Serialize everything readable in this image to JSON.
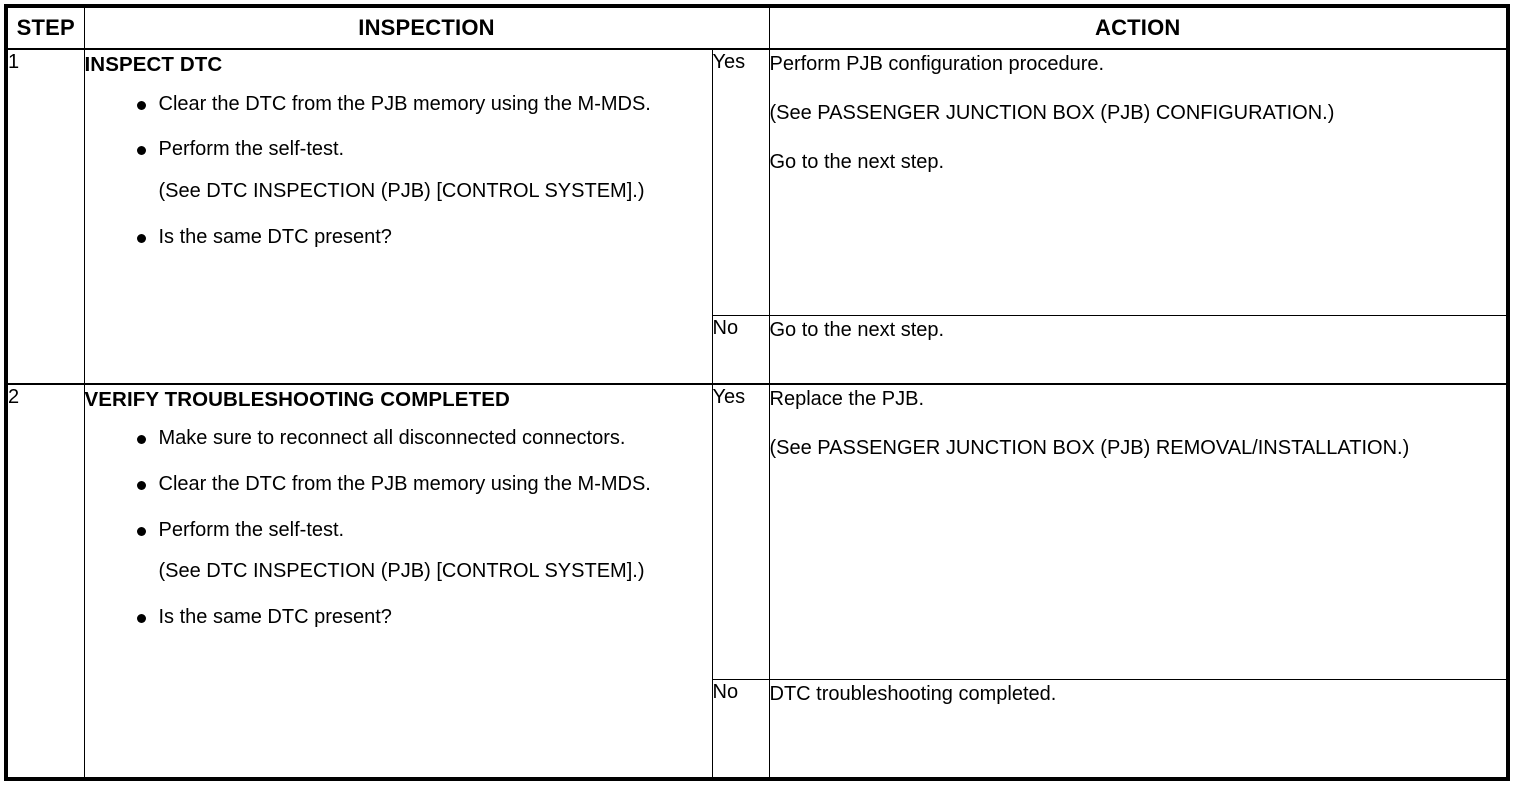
{
  "table": {
    "headers": {
      "step": "STEP",
      "inspection": "INSPECTION",
      "action": "ACTION"
    },
    "steps": [
      {
        "number": "1",
        "title": "INSPECT DTC",
        "items": [
          {
            "bullet": true,
            "text": "Clear the DTC from the PJB memory using the M-MDS."
          },
          {
            "bullet": true,
            "text": "Perform the self-test."
          },
          {
            "bullet": false,
            "text": "(See DTC INSPECTION (PJB) [CONTROL SYSTEM].)"
          },
          {
            "bullet": true,
            "text": "Is the same DTC present?"
          }
        ],
        "outcomes": [
          {
            "label": "Yes",
            "paragraphs": [
              "Perform PJB configuration procedure.",
              "(See PASSENGER JUNCTION BOX (PJB) CONFIGURATION.)",
              "Go to the next step."
            ]
          },
          {
            "label": "No",
            "paragraphs": [
              "Go to the next step."
            ]
          }
        ]
      },
      {
        "number": "2",
        "title": "VERIFY TROUBLESHOOTING COMPLETED",
        "items": [
          {
            "bullet": true,
            "text": "Make sure to reconnect all disconnected connectors."
          },
          {
            "bullet": true,
            "text": "Clear the DTC from the PJB memory using the M-MDS."
          },
          {
            "bullet": true,
            "text": "Perform the self-test."
          },
          {
            "bullet": false,
            "text": "(See DTC INSPECTION (PJB) [CONTROL SYSTEM].)"
          },
          {
            "bullet": true,
            "text": "Is the same DTC present?"
          }
        ],
        "outcomes": [
          {
            "label": "Yes",
            "paragraphs": [
              "Replace the PJB.",
              "(See PASSENGER JUNCTION BOX (PJB) REMOVAL/INSTALLATION.)"
            ]
          },
          {
            "label": "No",
            "paragraphs": [
              "DTC troubleshooting completed."
            ]
          }
        ]
      }
    ]
  },
  "colors": {
    "border": "#000000",
    "text": "#000000",
    "background": "#ffffff"
  }
}
